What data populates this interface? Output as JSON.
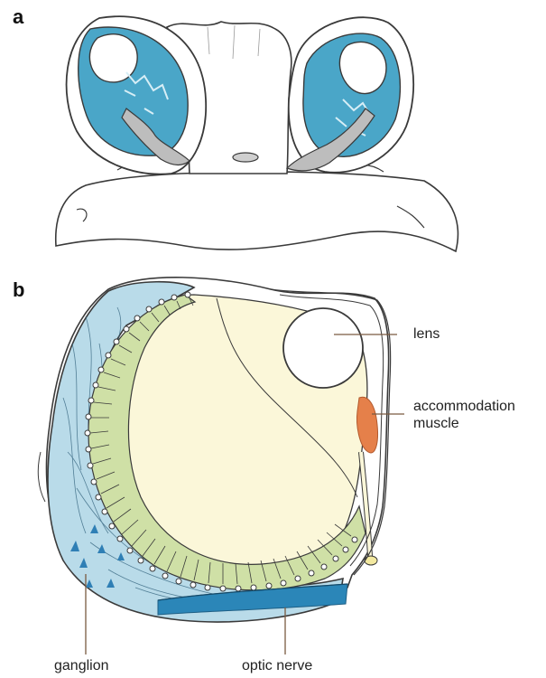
{
  "panels": {
    "a": {
      "label": "a"
    },
    "b": {
      "label": "b"
    }
  },
  "callouts": {
    "lens": "lens",
    "accommodation_line1": "accommodation",
    "accommodation_line2": "muscle",
    "ganglion": "ganglion",
    "optic_nerve": "optic nerve"
  },
  "colors": {
    "outline": "#3a3a3a",
    "eye_blue": "#4aa6c8",
    "ganglion_blue": "#b9dbe9",
    "ganglion_dark": "#2f7fb5",
    "vitreous": "#fbf7d9",
    "retina_green": "#cfe0a6",
    "muscle_orange": "#e5804a",
    "nerve_blue": "#2b86b8",
    "tissue_grey": "#bdbdbd",
    "leader_line": "#7a5a40"
  }
}
